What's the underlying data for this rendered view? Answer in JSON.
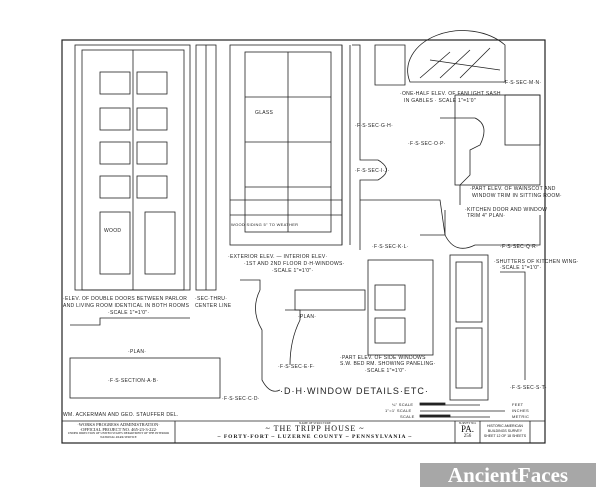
{
  "labels": {
    "sec_mn": "·F·S·SEC·M·N·",
    "fanlight": "·ONE-HALF ELEV. of FANLIGHT SASH",
    "fanlight2": "in GABLES · SCALE 1\"=1'0\"",
    "sec_gh": "·F·S·SEC·G·H·",
    "sec_op": "·F·S·SEC·O·P·",
    "sec_ij": "·F·S·SEC·I·J·",
    "wainscot": "·PART ELEV. of WAINSCOT and",
    "wainscot2": "WINDOW TRIM in SITTING ROOM·",
    "kitchen": "·KITCHEN DOOR and WINDOW",
    "kitchen2": "TRIM 4\" PLAN·",
    "sec_kl": "·F·S·SEC·K·L·",
    "sec_qr": "·F·S·SEC·Q·R·",
    "shutters": "·SHUTTERS of KITCHEN WING·",
    "shutters2": "·SCALE 1\"=1'0\"·",
    "dh_elev": "·EXTERIOR ELEV. — INTERIOR ELEV·",
    "dh_elev2": "·1st and 2nd FLOOR D·H·WINDOWS·",
    "dh_scale": "·SCALE 1\"=1'0\"·",
    "doors": "·ELEV. of DOUBLE DOORS BETWEEN PARLOR",
    "doors2": "and LIVING ROOM IDENTICAL in BOTH ROOMS",
    "doors_scale": "·SCALE 1\"=1'0\"·",
    "sec_thru": "·SEC·THRU·",
    "center_line": "CENTER LINE",
    "plan1": "·PLAN·",
    "sec_ab": "·F·S·SECTION·A·B·",
    "plan2": "·PLAN·",
    "sec_ef": "·F·S·SEC·E·F·",
    "sec_cd": "·F·S·SEC·C·D·",
    "side_windows": "·PART ELEV. of SIDE WINDOWS",
    "side_windows2": "S.W. BED RM. SHOWING PANELING·",
    "side_scale": "·SCALE 1\"=1'0\"·",
    "sec_st": "·F·S·SEC·S·T·",
    "sheet_title": "·D·H·WINDOW DETAILS·ETC·",
    "delineators": "WM. ACKERMAN and GEO. STAUFFER DEL.",
    "glass": "GLASS",
    "wood": "WOOD",
    "siding": "WOOD SIDING 5\" TO WEATHER"
  },
  "scales": {
    "feet": "FEET",
    "inches": "INCHES",
    "metric": "METRIC",
    "s1": "¼\" SCALE",
    "s2": "1\"=1' SCALE",
    "s3": "SCALE"
  },
  "title_block": {
    "wpa": "·WORKS PROGRESS ADMINISTRATION·",
    "project": "·OFFICIAL PROJECT NO. 465-23-3-222·",
    "direction": "UNDER DIRECTION OF UNITED STATES DEPARTMENT OF THE INTERIOR",
    "park": "NATIONAL PARK SERVICE",
    "name_label": "NAME OF STRUCTURE",
    "name": "~ THE TRIPP HOUSE ~",
    "location": "~ FORTY-FORT ~ LUZERNE COUNTY ~ PENNSYLVANIA ~",
    "survey_label": "SURVEY NO.",
    "survey_state": "PA.",
    "survey_no": "256",
    "habs": "HISTORIC AMERICAN",
    "habs2": "BUILDINGS SURVEY",
    "sheet": "SHEET 12 OF 18 SHEETS"
  },
  "watermark": "AncientFaces"
}
